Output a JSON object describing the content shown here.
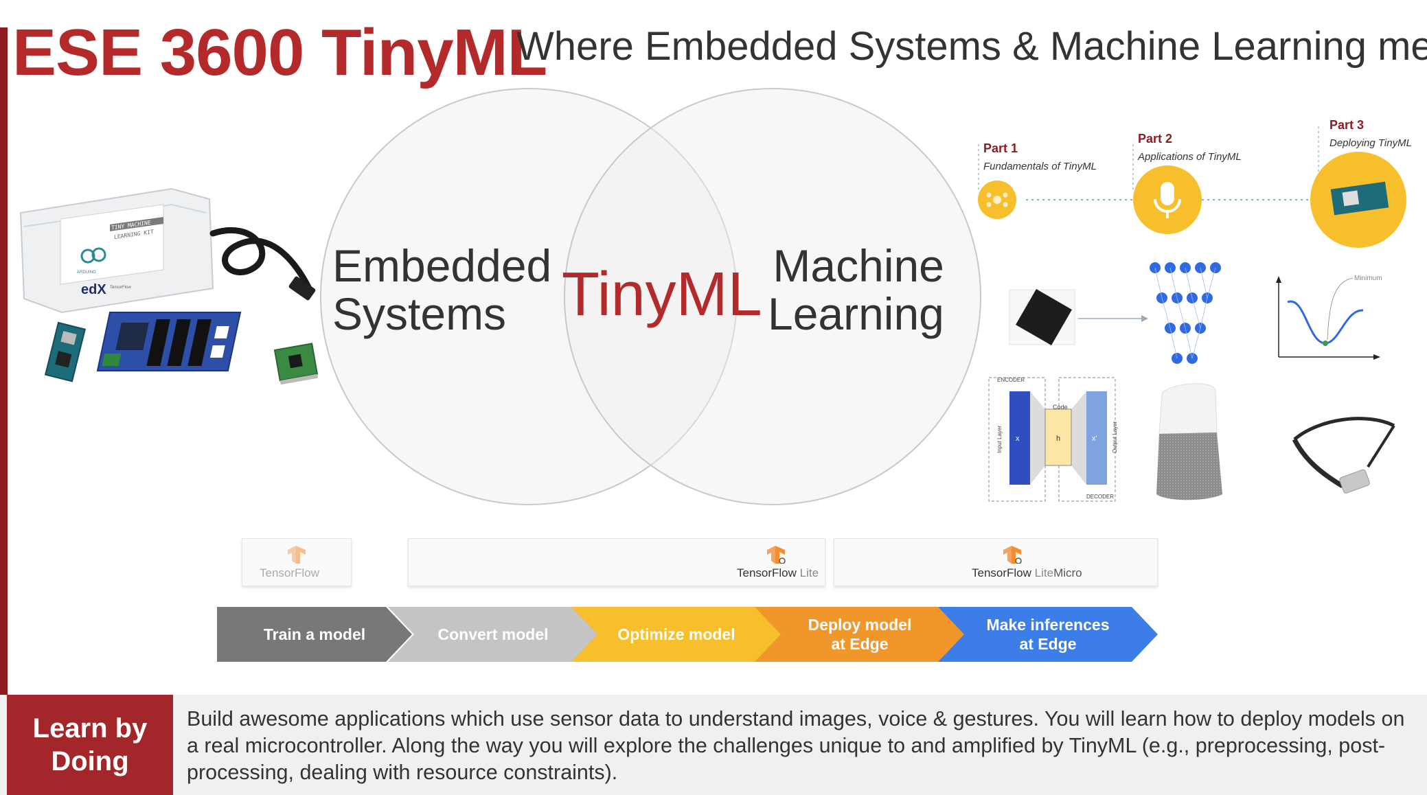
{
  "header": {
    "course_title": "ESE 3600 TinyML",
    "tagline": "Where Embedded Systems & Machine Learning meet"
  },
  "venn": {
    "left_line1": "Embedded",
    "left_line2": "Systems",
    "center": "TinyML",
    "right_line1": "Machine",
    "right_line2": "Learning"
  },
  "kit_labels": {
    "box_title_1": "TINY MACHINE",
    "box_title_2": "LEARNING KIT",
    "brand": "ARDUINO",
    "partner": "edX",
    "tf": "TensorFlow"
  },
  "timeline": {
    "parts": [
      {
        "label": "Part 1",
        "sub": "Fundamentals of TinyML",
        "icon": "network-icon"
      },
      {
        "label": "Part 2",
        "sub": "Applications of TinyML",
        "icon": "microphone-icon"
      },
      {
        "label": "Part 3",
        "sub": "Deploying TinyML",
        "icon": "microcontroller-icon"
      }
    ]
  },
  "ml_images": {
    "curve_label": "Minimum",
    "ae_encoder": "ENCODER",
    "ae_decoder": "DECODER",
    "ae_code": "Code",
    "ae_input": "Input Layer",
    "ae_output": "Output Layer",
    "ae_x": "x",
    "ae_h": "h",
    "ae_xprime": "x'"
  },
  "frameworks": [
    {
      "name": "TensorFlow",
      "suffix": ""
    },
    {
      "name": "TensorFlow",
      "suffix": "Lite"
    },
    {
      "name": "TensorFlow",
      "suffix": "Lite",
      "suffix2": "Micro"
    }
  ],
  "workflow": [
    {
      "line1": "Train a model",
      "line2": "",
      "color": "#787878"
    },
    {
      "line1": "Convert model",
      "line2": "",
      "color": "#c4c4c4"
    },
    {
      "line1": "Optimize model",
      "line2": "",
      "color": "#f6bf2b"
    },
    {
      "line1": "Deploy model",
      "line2": "at Edge",
      "color": "#f0962a"
    },
    {
      "line1": "Make inferences",
      "line2": "at Edge",
      "color": "#3c7de8"
    }
  ],
  "footer": {
    "badge_line1": "Learn by",
    "badge_line2": "Doing",
    "description": "Build awesome applications which use sensor data to understand images, voice & gestures. You will learn how to deploy models on a real microcontroller. Along the way you will explore the challenges unique to and amplified by TinyML (e.g., preprocessing, post-processing, dealing with resource constraints)."
  },
  "colors": {
    "brand_red": "#b42a2a",
    "accent_yellow": "#f6bf2b",
    "dot_blue": "#2f6ae3"
  }
}
